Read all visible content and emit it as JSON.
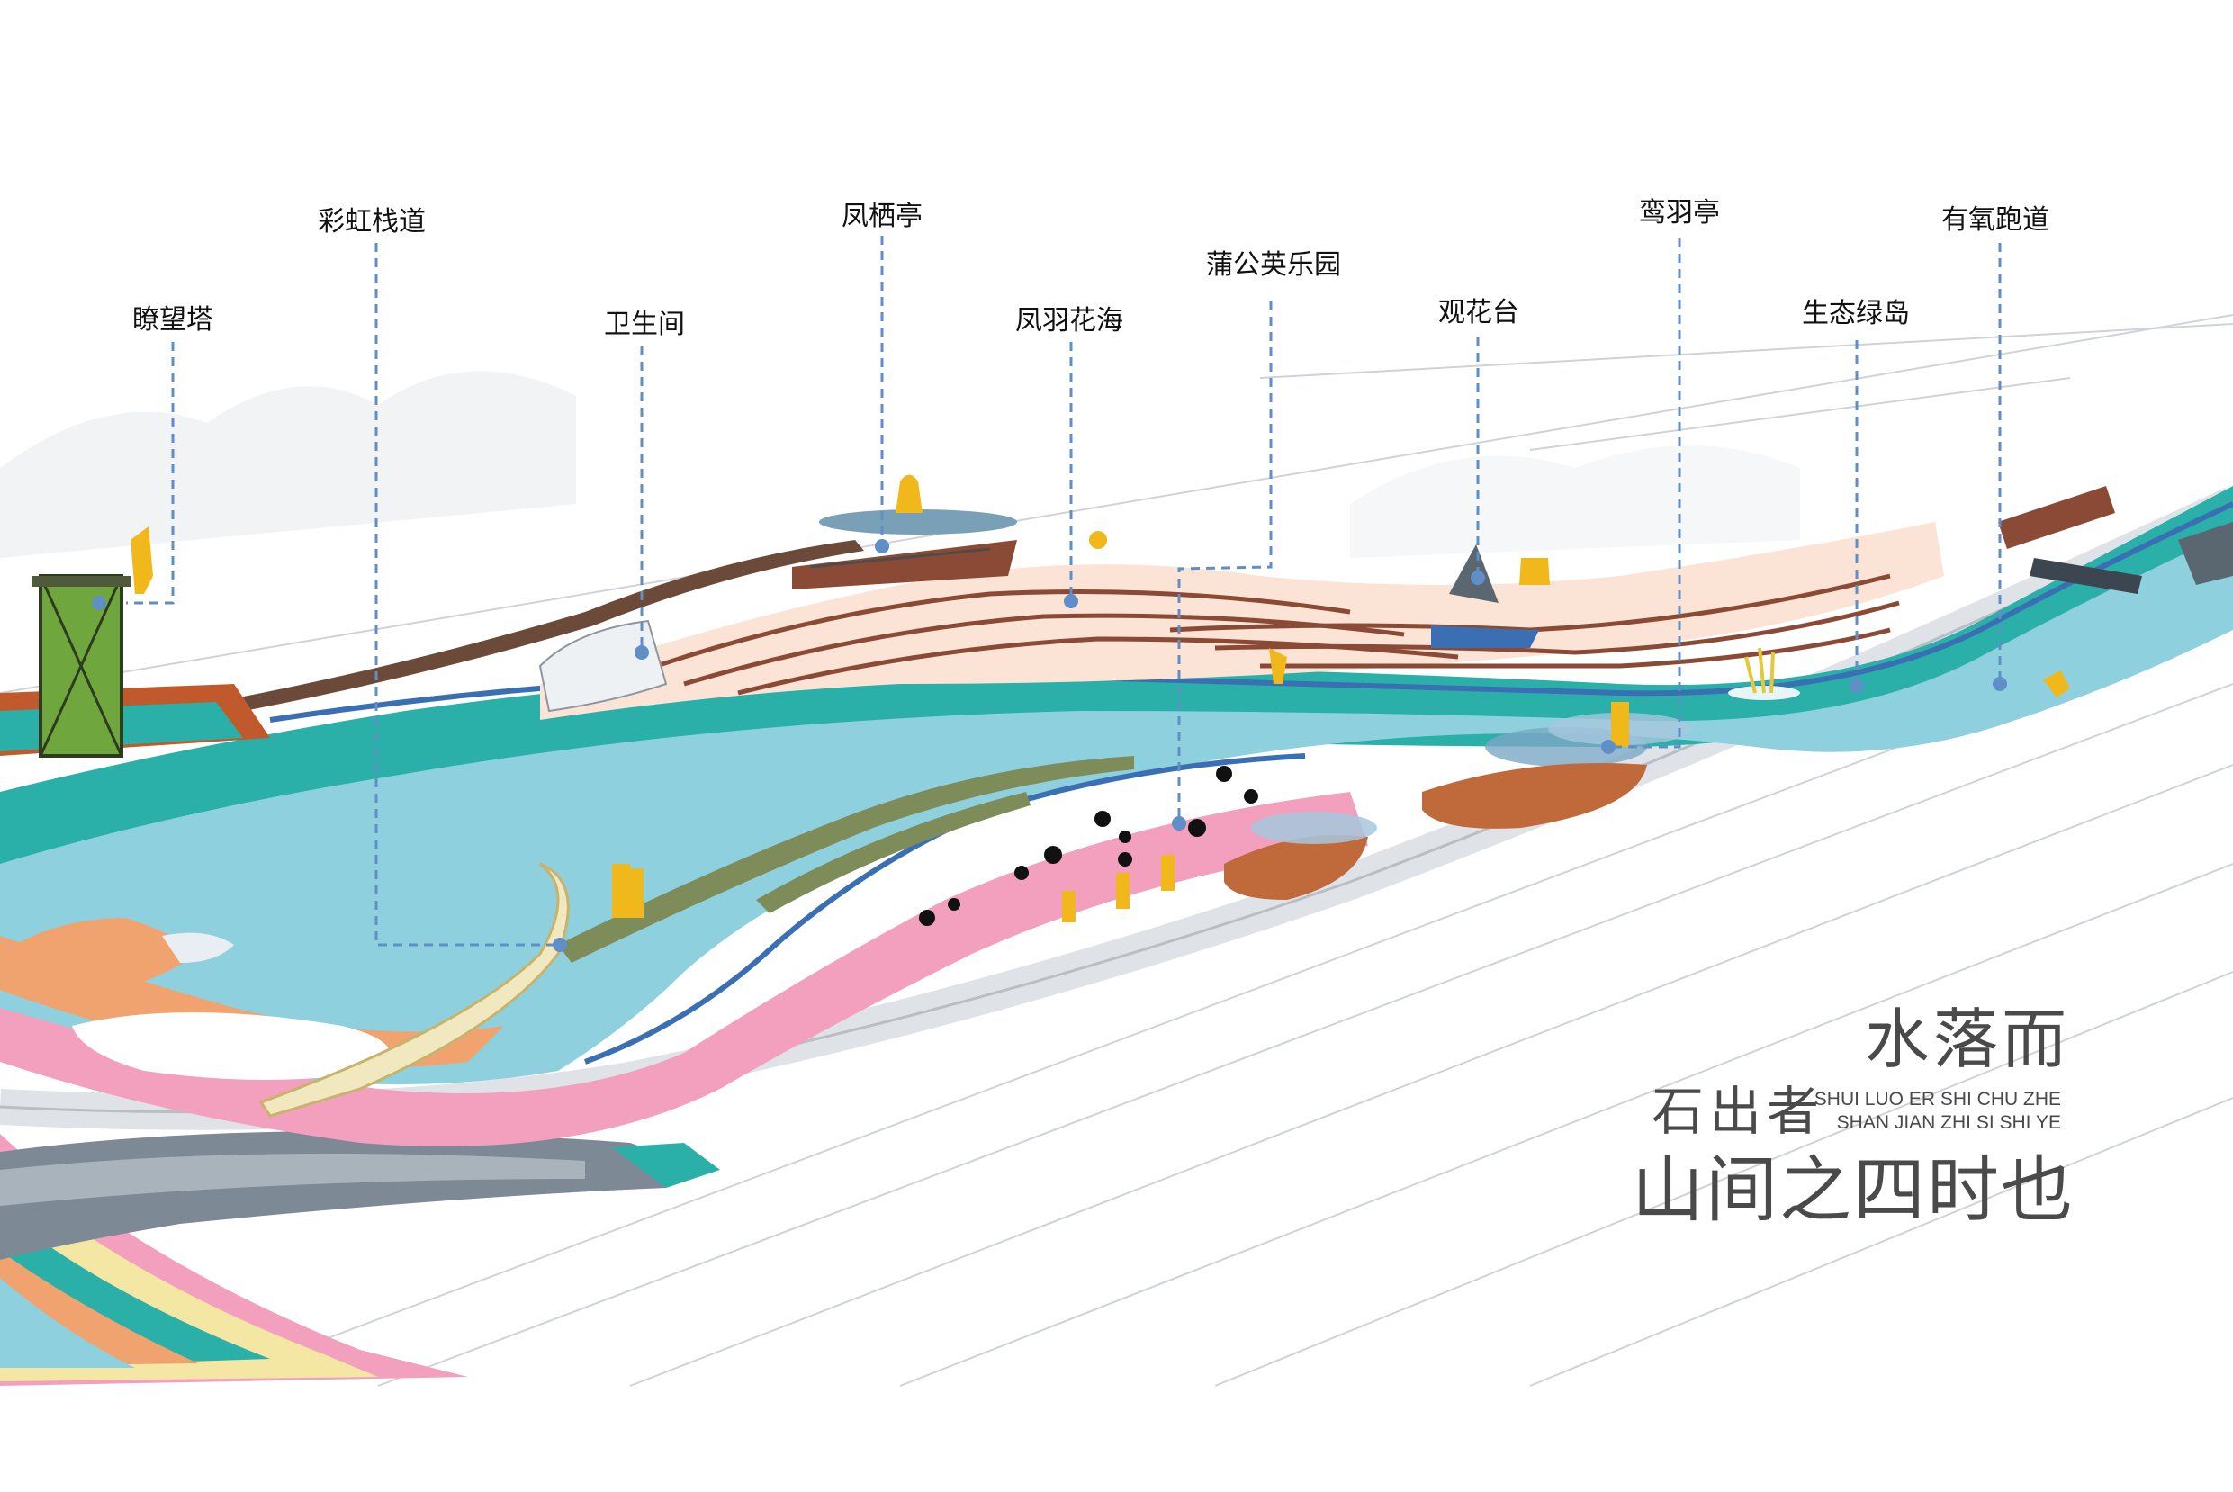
{
  "labels": [
    {
      "id": "tower",
      "text": "瞭望塔"
    },
    {
      "id": "rainbow-boardwalk",
      "text": "彩虹栈道"
    },
    {
      "id": "restroom",
      "text": "卫生间"
    },
    {
      "id": "fengqi-pavilion",
      "text": "凤栖亭"
    },
    {
      "id": "flower-sea",
      "text": "凤羽花海"
    },
    {
      "id": "dandelion-park",
      "text": "蒲公英乐园"
    },
    {
      "id": "flower-platform",
      "text": "观花台"
    },
    {
      "id": "luanyu-pavilion",
      "text": "鸾羽亭"
    },
    {
      "id": "eco-island",
      "text": "生态绿岛"
    },
    {
      "id": "aerobic-track",
      "text": "有氧跑道"
    }
  ],
  "title": {
    "line1": "水落而",
    "line2": "石出者",
    "line3": "山间之四时也",
    "pinyin1": "SHUI LUO ER SHI CHU ZHE",
    "pinyin2": "SHAN JIAN ZHI SI SHI YE"
  },
  "colors": {
    "water": "#8fd0de",
    "water_deep": "#6fbfd3",
    "path_blue": "#3b6fb3",
    "teal": "#2ab0a8",
    "orange": "#f0a36f",
    "pink": "#f2a0bd",
    "yellow_pale": "#f4e6a3",
    "wood": "#8a4a35",
    "figure": "#f1b81c",
    "leader": "#5f8fc6"
  }
}
